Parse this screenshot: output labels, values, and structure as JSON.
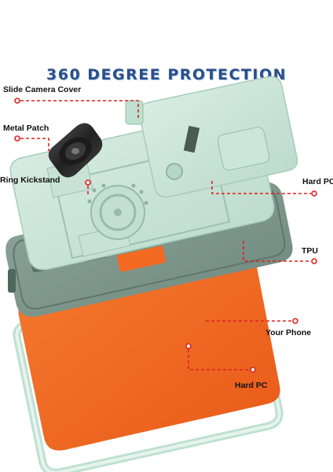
{
  "title": "360 DEGREE PROTECTION",
  "callouts": {
    "slide_camera_cover": "Slide Camera Cover",
    "metal_patch": "Metal Patch",
    "ring_kickstand": "Ring Kickstand",
    "hard_pc_top": "Hard PC",
    "tpu": "TPU",
    "your_phone": "Your Phone",
    "hard_pc_bottom": "Hard PC"
  },
  "colors": {
    "title": "#2c4e86",
    "leader_line": "#e02020",
    "hard_pc": "#cfe8dc",
    "tpu": "#7d958b",
    "phone": "#f26a22",
    "ring": "#2a2a2a"
  },
  "icons": [
    "ring-kickstand-icon",
    "camera-slider-icon"
  ]
}
